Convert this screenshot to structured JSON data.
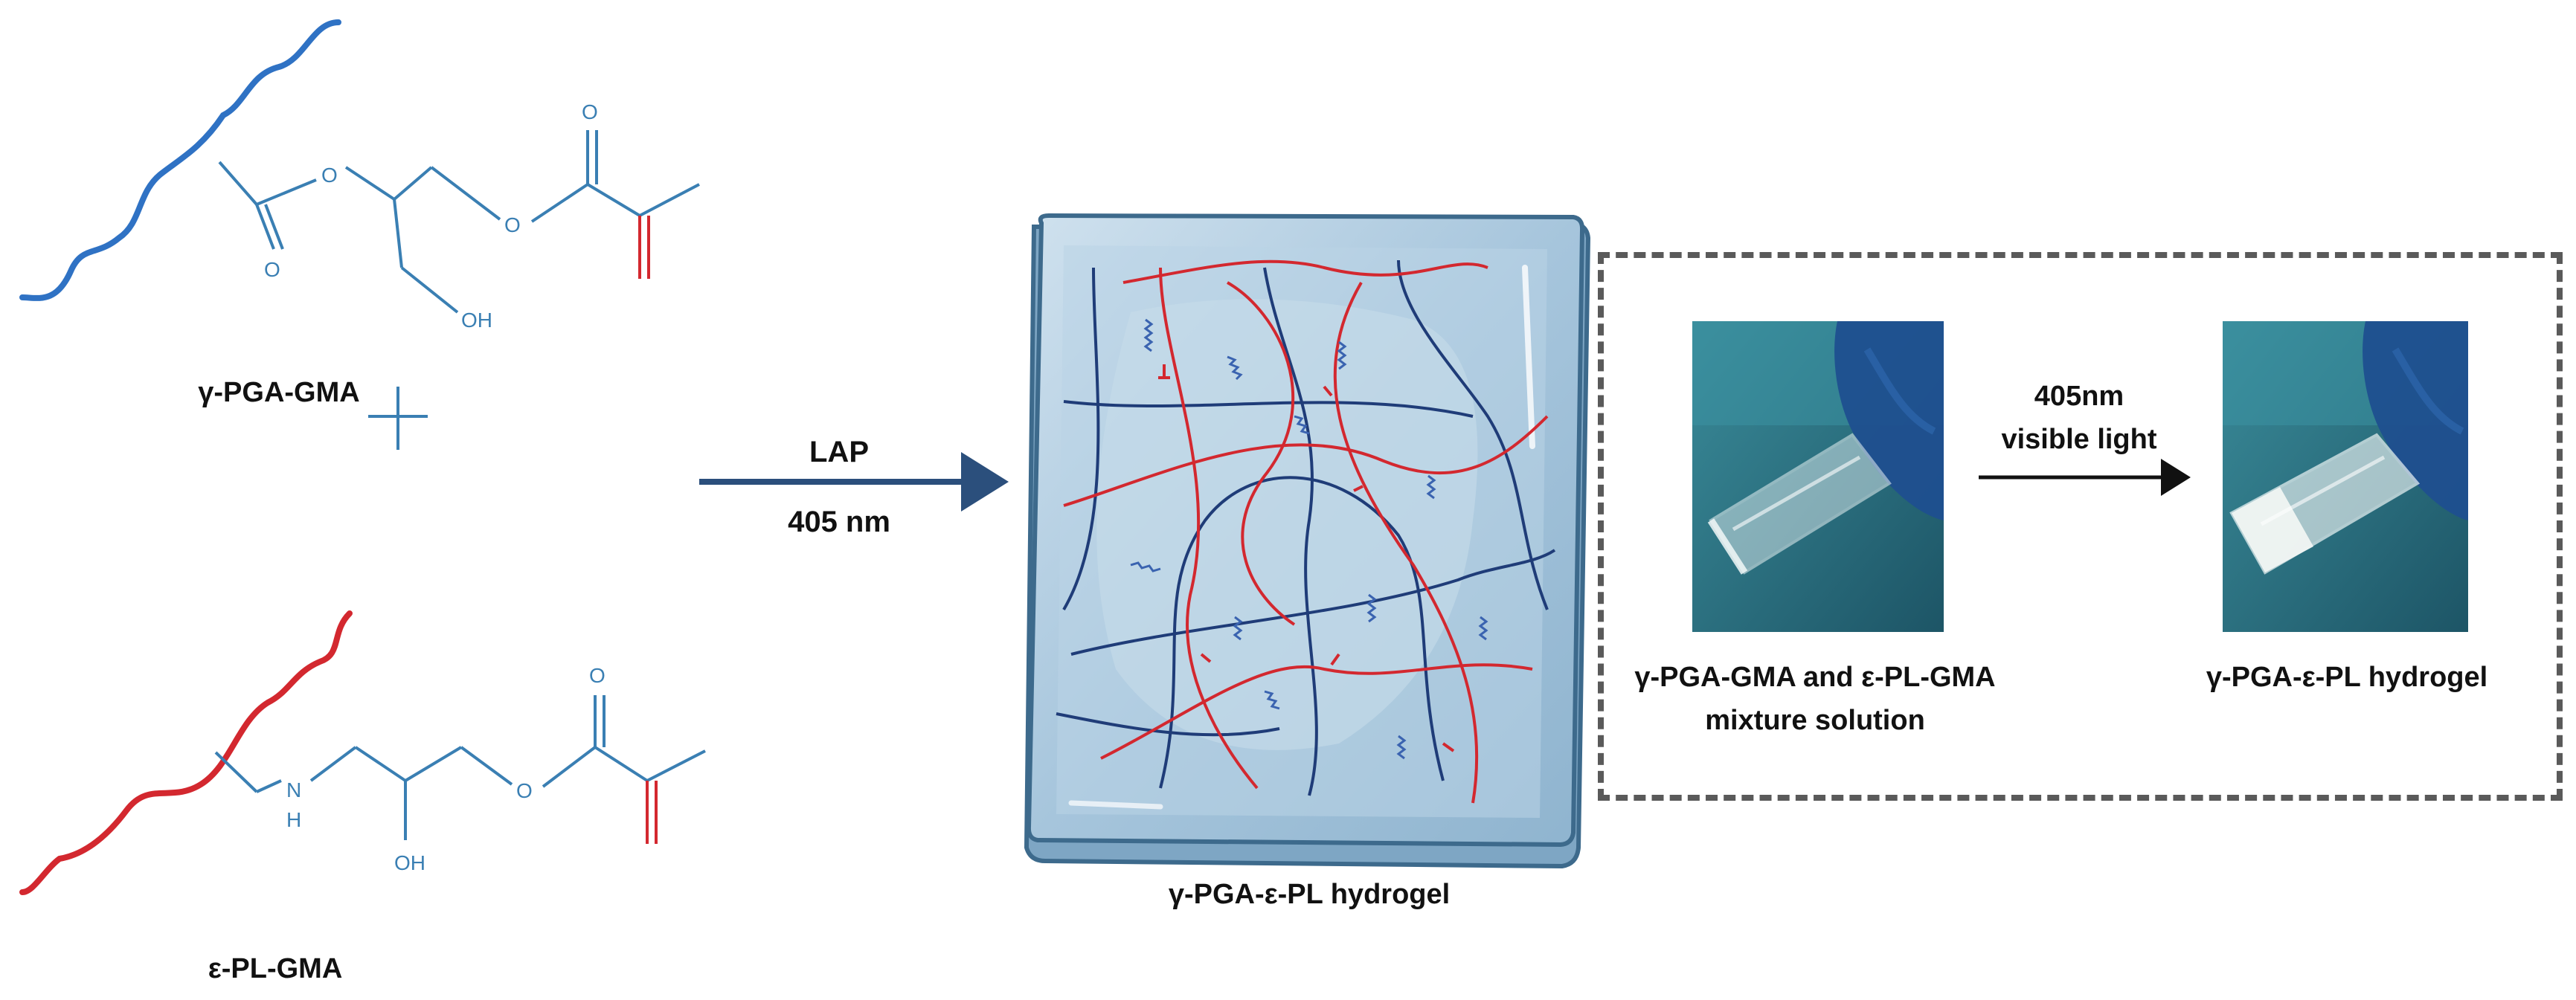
{
  "molecules": {
    "top_label": "γ-PGA-GMA",
    "bottom_label": "ε-PL-GMA",
    "oh_text": "OH",
    "nh_n": "N",
    "nh_h": "H",
    "o_text": "O"
  },
  "reaction": {
    "reagent": "LAP",
    "wavelength": "405 nm"
  },
  "hydrogel_label": "γ-PGA-ε-PL hydrogel",
  "photo_panel": {
    "arrow_line1": "405nm",
    "arrow_line2": "visible light",
    "before_caption_line1": "γ-PGA-GMA and ε-PL-GMA",
    "before_caption_line2": "mixture solution",
    "after_caption": "γ-PGA-ε-PL hydrogel"
  },
  "colors": {
    "pga_chain": "#2f72c4",
    "pl_chain": "#d3282f",
    "bond": "#3a7fb3",
    "double_bond": "#d3282f",
    "arrow": "#2b4f7c",
    "gel_fill": "#a9c8de",
    "dash": "#5a5a5a"
  }
}
